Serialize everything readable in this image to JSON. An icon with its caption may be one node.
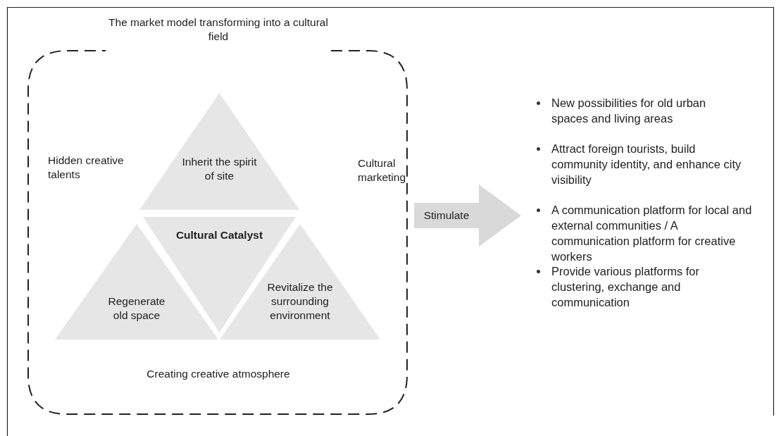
{
  "diagram": {
    "nodes": [
      {
        "text": [
          "The market model transforming into a cultural field"
        ]
      },
      {
        "text": [
          "Inherit the spirit of site"
        ],
        "in": 0
      },
      {
        "text": [
          "Cultural Catalyst"
        ],
        "in": 0
      },
      {
        "text": [
          "Regenerate old space"
        ],
        "in": 0
      },
      {
        "text": [
          "Revitalize the surrounding environment"
        ],
        "in": 0
      },
      {
        "text": [
          "Stimulate"
        ]
      }
    ],
    "edges": [],
    "labels": [
      "Hidden creative talents",
      "Cultural marketing",
      "Creating creative atmosphere",
      "New possibilities for old urban spaces and living areas",
      "Attract foreign tourists, build community identity, and enhance city visibility",
      "A communication platform for local and external communities / A communication platform for creative workers",
      "Provide various platforms for clustering, exchange and communication"
    ]
  }
}
